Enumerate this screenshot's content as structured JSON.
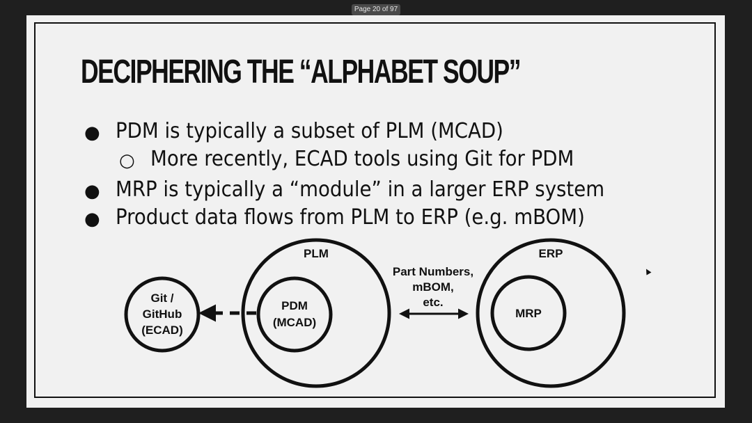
{
  "viewer": {
    "page_indicator": "Page 20 of 97"
  },
  "slide": {
    "title": "Deciphering the “Alphabet Soup”",
    "bullets": [
      {
        "marker": "●",
        "text": "PDM is typically a subset of PLM (MCAD)"
      },
      {
        "marker": "○",
        "text": "More recently, ECAD tools using Git for PDM"
      },
      {
        "marker": "●",
        "text": "MRP is typically a “module” in a larger ERP system"
      },
      {
        "marker": "●",
        "text": "Product data flows from PLM to ERP (e.g. mBOM)"
      }
    ],
    "diagram": {
      "git_label": [
        "Git /",
        "GitHub",
        "(ECAD)"
      ],
      "plm_label": "PLM",
      "pdm_label": [
        "PDM",
        "(MCAD)"
      ],
      "arrow_label": [
        "Part Numbers,",
        "mBOM,",
        "etc."
      ],
      "erp_label": "ERP",
      "mrp_label": "MRP"
    }
  }
}
